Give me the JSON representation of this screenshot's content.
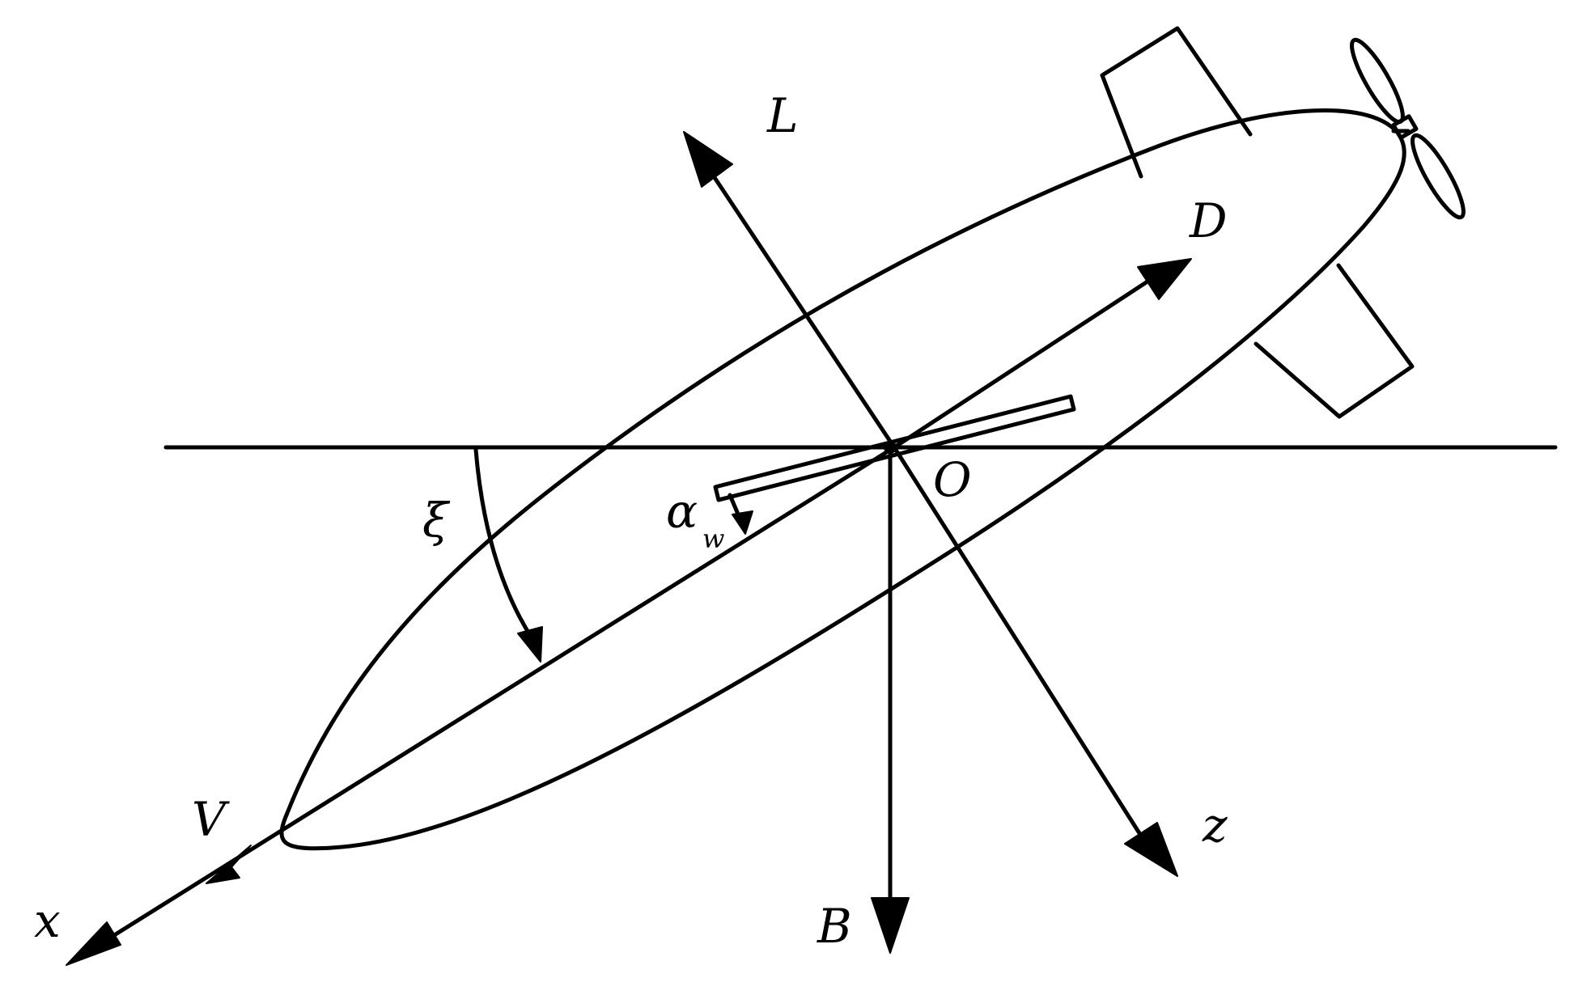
{
  "labels": {
    "lift": "L",
    "drag": "D",
    "origin": "O",
    "velocity": "V",
    "x_axis": "x",
    "z_axis": "z",
    "buoyancy": "B",
    "glide_angle": "ξ",
    "wing_angle": "α",
    "wing_angle_subscript": "w"
  },
  "colors": {
    "ink": "#000000",
    "background": "#ffffff"
  }
}
